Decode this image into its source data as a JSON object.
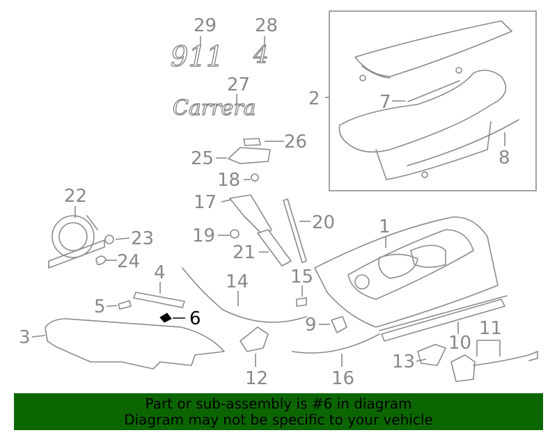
{
  "callouts": {
    "c1": "1",
    "c2": "2",
    "c3": "3",
    "c4": "4",
    "c5": "5",
    "c6": "6",
    "c7": "7",
    "c8": "8",
    "c9": "9",
    "c10": "10",
    "c11": "11",
    "c12": "12",
    "c13": "13",
    "c14": "14",
    "c15": "15",
    "c16": "16",
    "c17": "17",
    "c18": "18",
    "c19": "19",
    "c20": "20",
    "c21": "21",
    "c22": "22",
    "c23": "23",
    "c24": "24",
    "c25": "25",
    "c26": "26",
    "c27": "27",
    "c28": "28",
    "c29": "29"
  },
  "badges": {
    "model": "911",
    "variant": "4",
    "script": "Carrera"
  },
  "highlight": {
    "part": "6",
    "color": "#000000"
  },
  "banner": {
    "line1": "Part or sub-assembly is #6 in diagram",
    "line2": "Diagram may not be specific to your vehicle",
    "background": "#0b6600"
  }
}
